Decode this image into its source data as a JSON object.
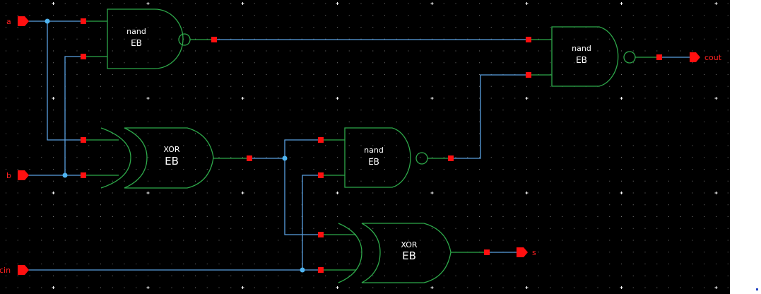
{
  "title": "Full adder schematic",
  "colors": {
    "background": "#000000",
    "wire": "#5aa0e0",
    "gate": "#2ea84a",
    "pin": "#ff1010",
    "junction": "#4fb4f0",
    "text": "#ffffff",
    "grid_dot": "#707070"
  },
  "inputs": [
    {
      "id": "a",
      "label": "a"
    },
    {
      "id": "b",
      "label": "b"
    },
    {
      "id": "cin",
      "label": "cin"
    }
  ],
  "outputs": [
    {
      "id": "cout",
      "label": "cout"
    },
    {
      "id": "s",
      "label": "s"
    }
  ],
  "gates": [
    {
      "id": "nand1",
      "type": "nand",
      "line1": "nand",
      "line2": "EB"
    },
    {
      "id": "xor1",
      "type": "xor",
      "line1": "XOR",
      "line2": "EB"
    },
    {
      "id": "nand2",
      "type": "nand",
      "line1": "nand",
      "line2": "EB"
    },
    {
      "id": "xor2",
      "type": "xor",
      "line1": "XOR",
      "line2": "EB"
    },
    {
      "id": "nand3",
      "type": "nand",
      "line1": "nand",
      "line2": "EB"
    }
  ]
}
